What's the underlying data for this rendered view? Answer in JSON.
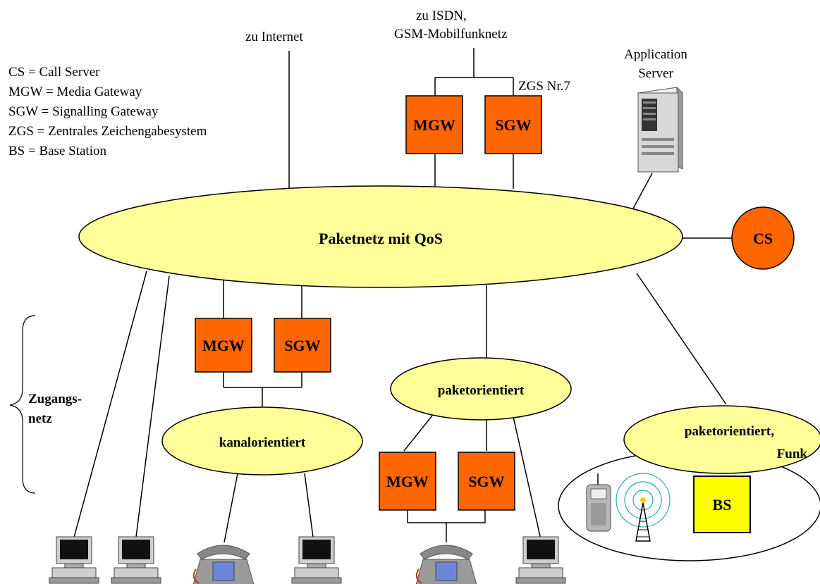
{
  "legend": [
    "CS = Call Server",
    "MGW = Media Gateway",
    "SGW = Signalling Gateway",
    "ZGS = Zentrales Zeichengabesystem",
    "BS = Base Station"
  ],
  "top": {
    "internet": "zu Internet",
    "isdn_line1": "zu ISDN,",
    "isdn_line2": "GSM-Mobilfunknetz",
    "zgs": "ZGS Nr.7",
    "app_server_line1": "Application",
    "app_server_line2": "Server"
  },
  "core": {
    "label": "Paketnetz mit QoS",
    "cs": "CS"
  },
  "gateways": {
    "mgw": "MGW",
    "sgw": "SGW"
  },
  "access": {
    "brace_line1": "Zugangs-",
    "brace_line2": "netz",
    "kanal": "kanalorientiert",
    "paket": "paketorientiert",
    "funk_line1": "paketorientiert,",
    "funk_line2": "Funk",
    "bs": "BS"
  },
  "colors": {
    "gateway_fill": "#ff6600",
    "ellipse_fill": "#ffff99",
    "bs_fill": "#ffff00"
  }
}
